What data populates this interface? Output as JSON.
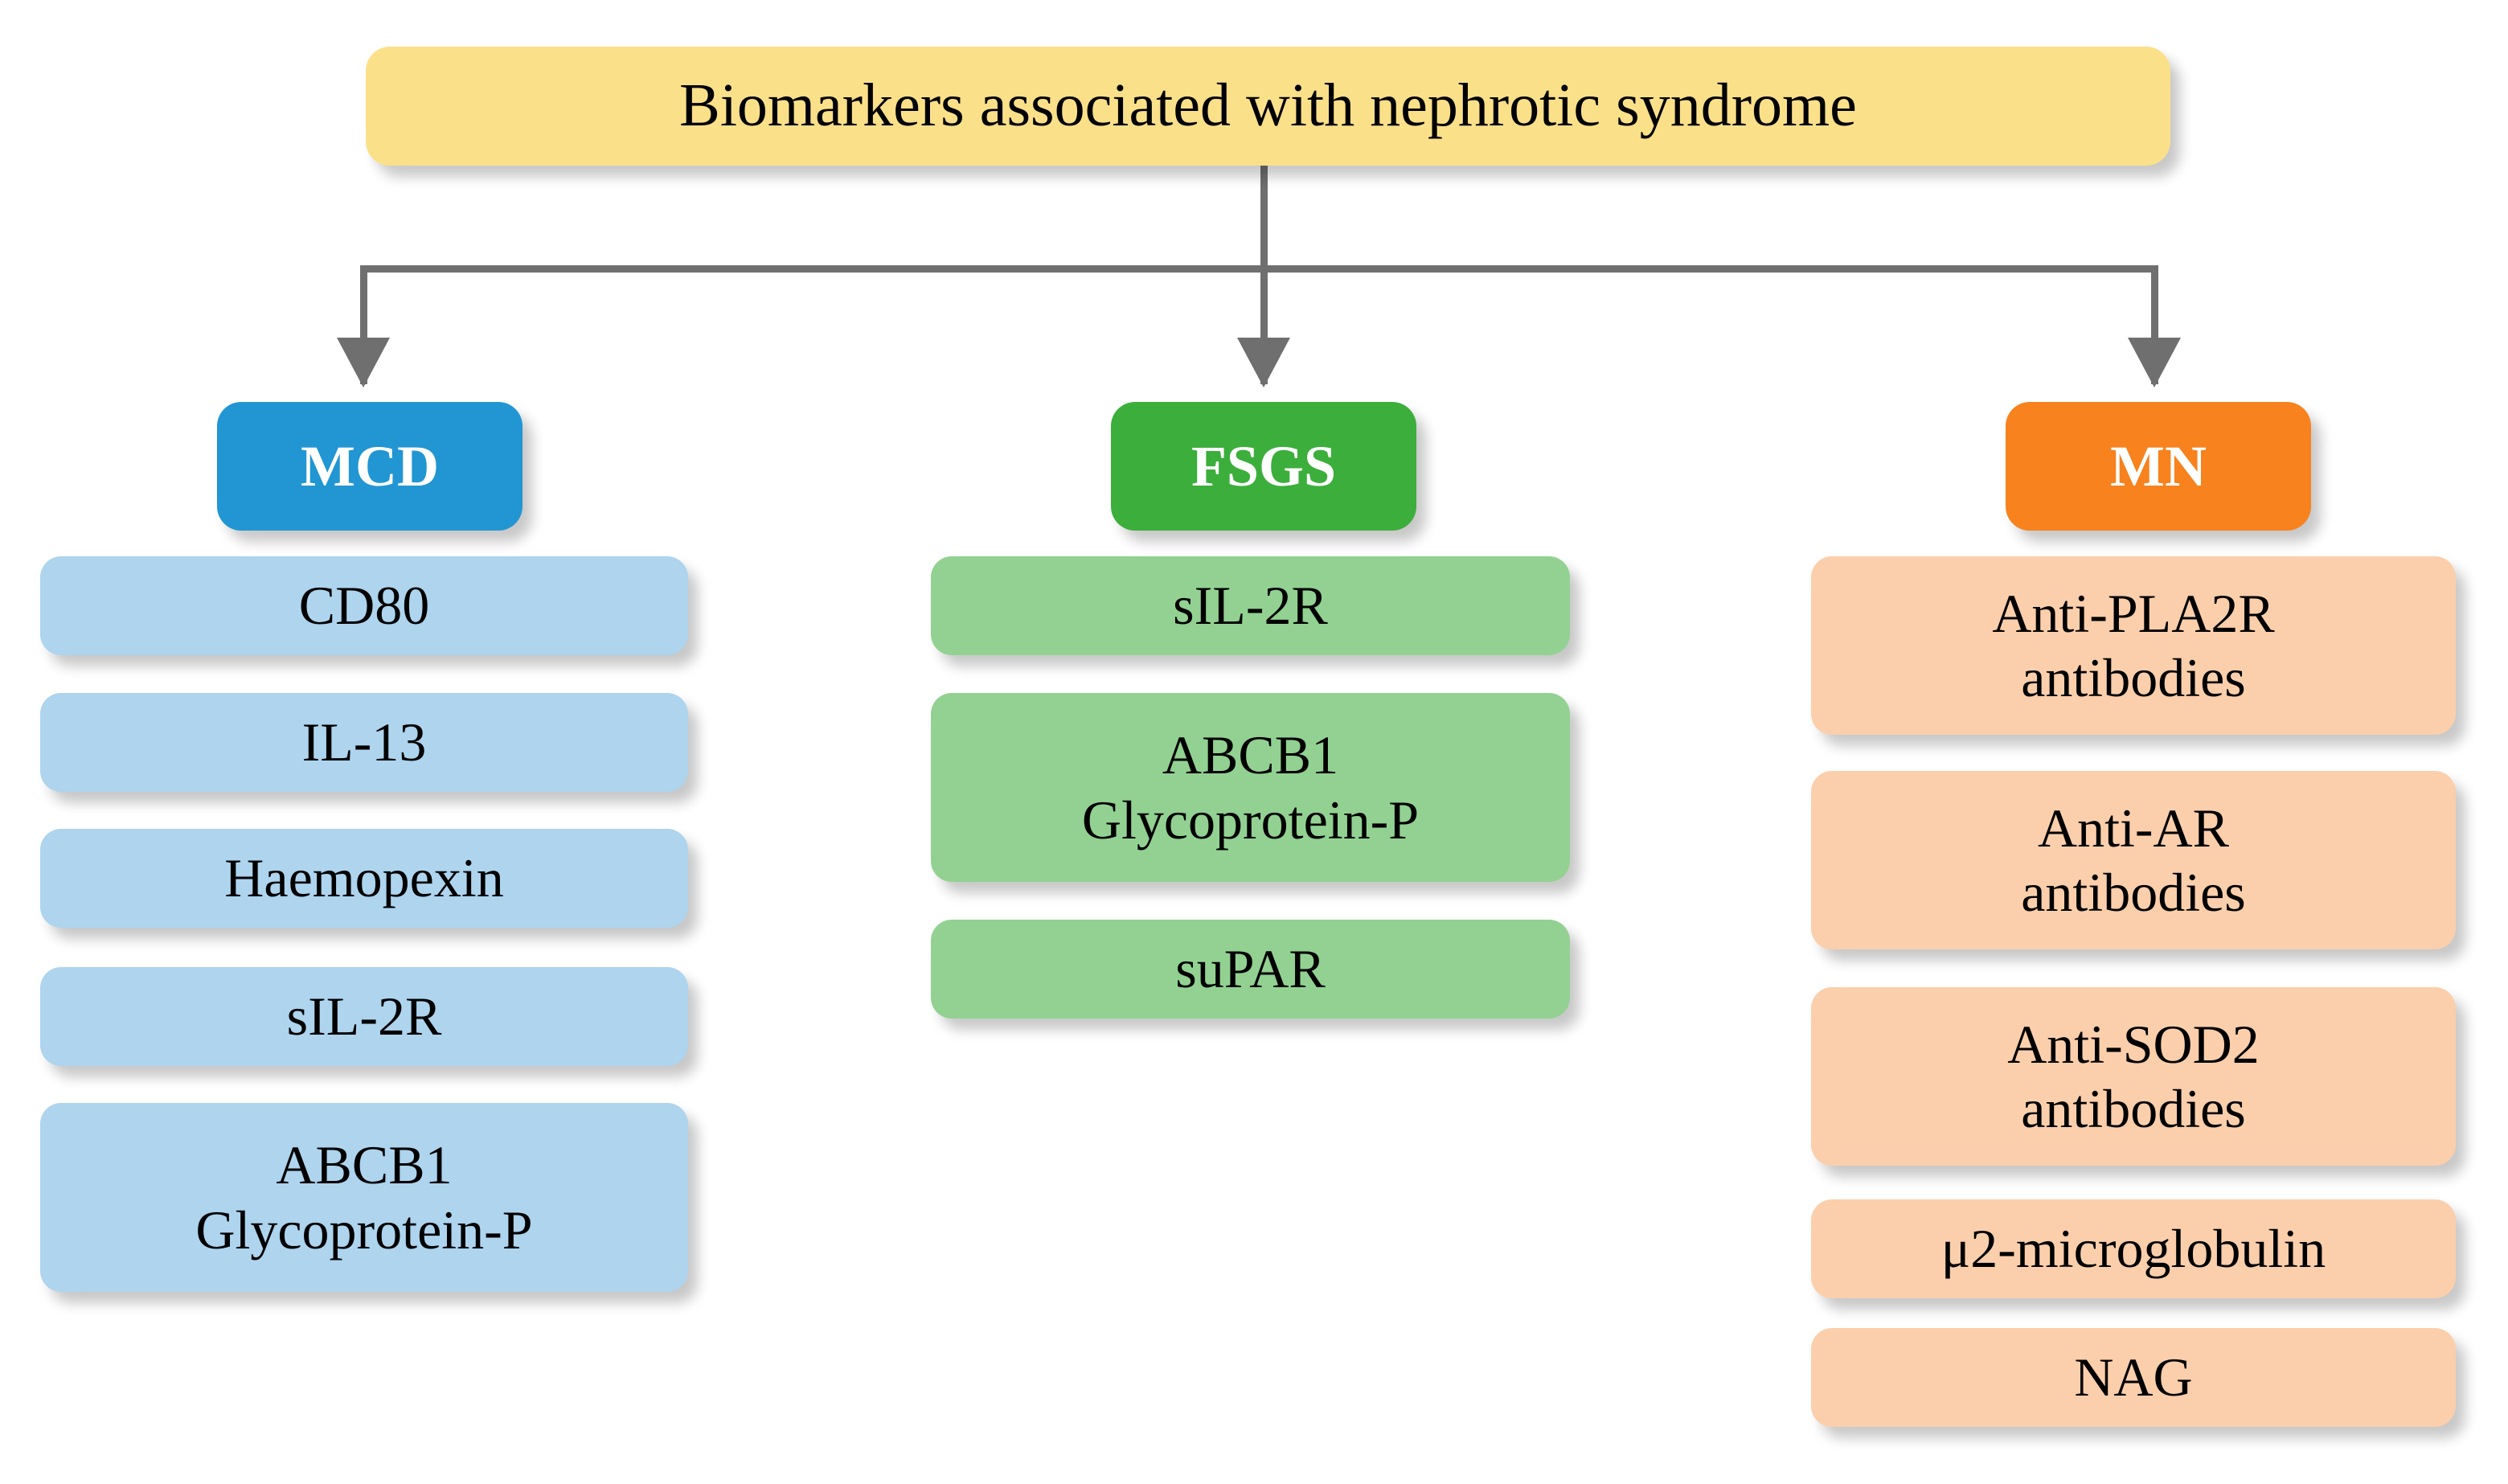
{
  "diagram": {
    "type": "hierarchy-flowchart",
    "root": {
      "label": "Biomarkers associated with nephrotic syndrome",
      "color": "#fbe08a"
    },
    "branches": [
      {
        "key": "mcd",
        "header": "MCD",
        "header_color": "#2196d3",
        "item_color": "#aed4ee",
        "items": [
          {
            "line1": "CD80",
            "line2": ""
          },
          {
            "line1": "IL-13",
            "line2": ""
          },
          {
            "line1": "Haemopexin",
            "line2": ""
          },
          {
            "line1": "sIL-2R",
            "line2": ""
          },
          {
            "line1": "ABCB1",
            "line2": "Glycoprotein-P"
          }
        ]
      },
      {
        "key": "fsgs",
        "header": "FSGS",
        "header_color": "#3cae3c",
        "item_color": "#92d192",
        "items": [
          {
            "line1": "sIL-2R",
            "line2": ""
          },
          {
            "line1": "ABCB1",
            "line2": "Glycoprotein-P"
          },
          {
            "line1": "suPAR",
            "line2": ""
          }
        ]
      },
      {
        "key": "mn",
        "header": "MN",
        "header_color": "#f7821e",
        "item_color": "#fbcfac",
        "items": [
          {
            "line1": "Anti-PLA2R",
            "line2": "antibodies"
          },
          {
            "line1": "Anti-AR",
            "line2": "antibodies"
          },
          {
            "line1": "Anti-SOD2",
            "line2": "antibodies"
          },
          {
            "line1": "μ2-microglobulin",
            "line2": ""
          },
          {
            "line1": "NAG",
            "line2": ""
          }
        ]
      }
    ],
    "connector_color": "#6f6f6f"
  }
}
